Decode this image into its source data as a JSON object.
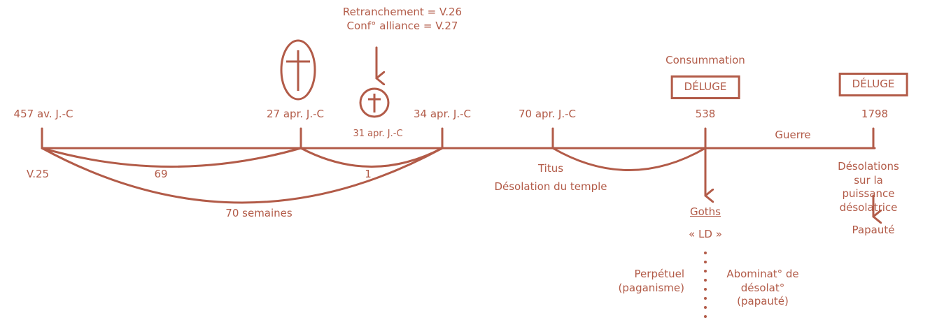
{
  "colors": {
    "ink": "#b25b48",
    "background": "#ffffff"
  },
  "icons": {
    "cross_large": "cross-in-oval-icon",
    "cross_small": "cross-in-circle-icon"
  },
  "top_note": {
    "line1": "Retranchement = V.26",
    "line2": "Conf° alliance = V.27"
  },
  "dates": {
    "d457": "457 av. J.-C",
    "d27": "27 apr. J.-C",
    "d31": "31 apr. J.-C",
    "d34": "34 apr. J.-C",
    "d70": "70 apr. J.-C",
    "d538": "538",
    "d1798": "1798"
  },
  "consummation": "Consummation",
  "deluge_1": "DÉLUGE",
  "deluge_2": "DÉLUGE",
  "guerre": "Guerre",
  "verse_25": "V.25",
  "span_69": "69",
  "span_1": "1",
  "span_70": "70 semaines",
  "titus": "Titus",
  "desolation_temple": "Désolation du temple",
  "desolations_puissance": "Désolations sur la\npuissance désolatrice",
  "papaute": "Papauté",
  "goths": "Goths",
  "ld": "« LD »",
  "perpetuel": "Perpétuel\n(paganisme)",
  "abomination": "Abominat° de\ndésolat°\n(papauté)"
}
